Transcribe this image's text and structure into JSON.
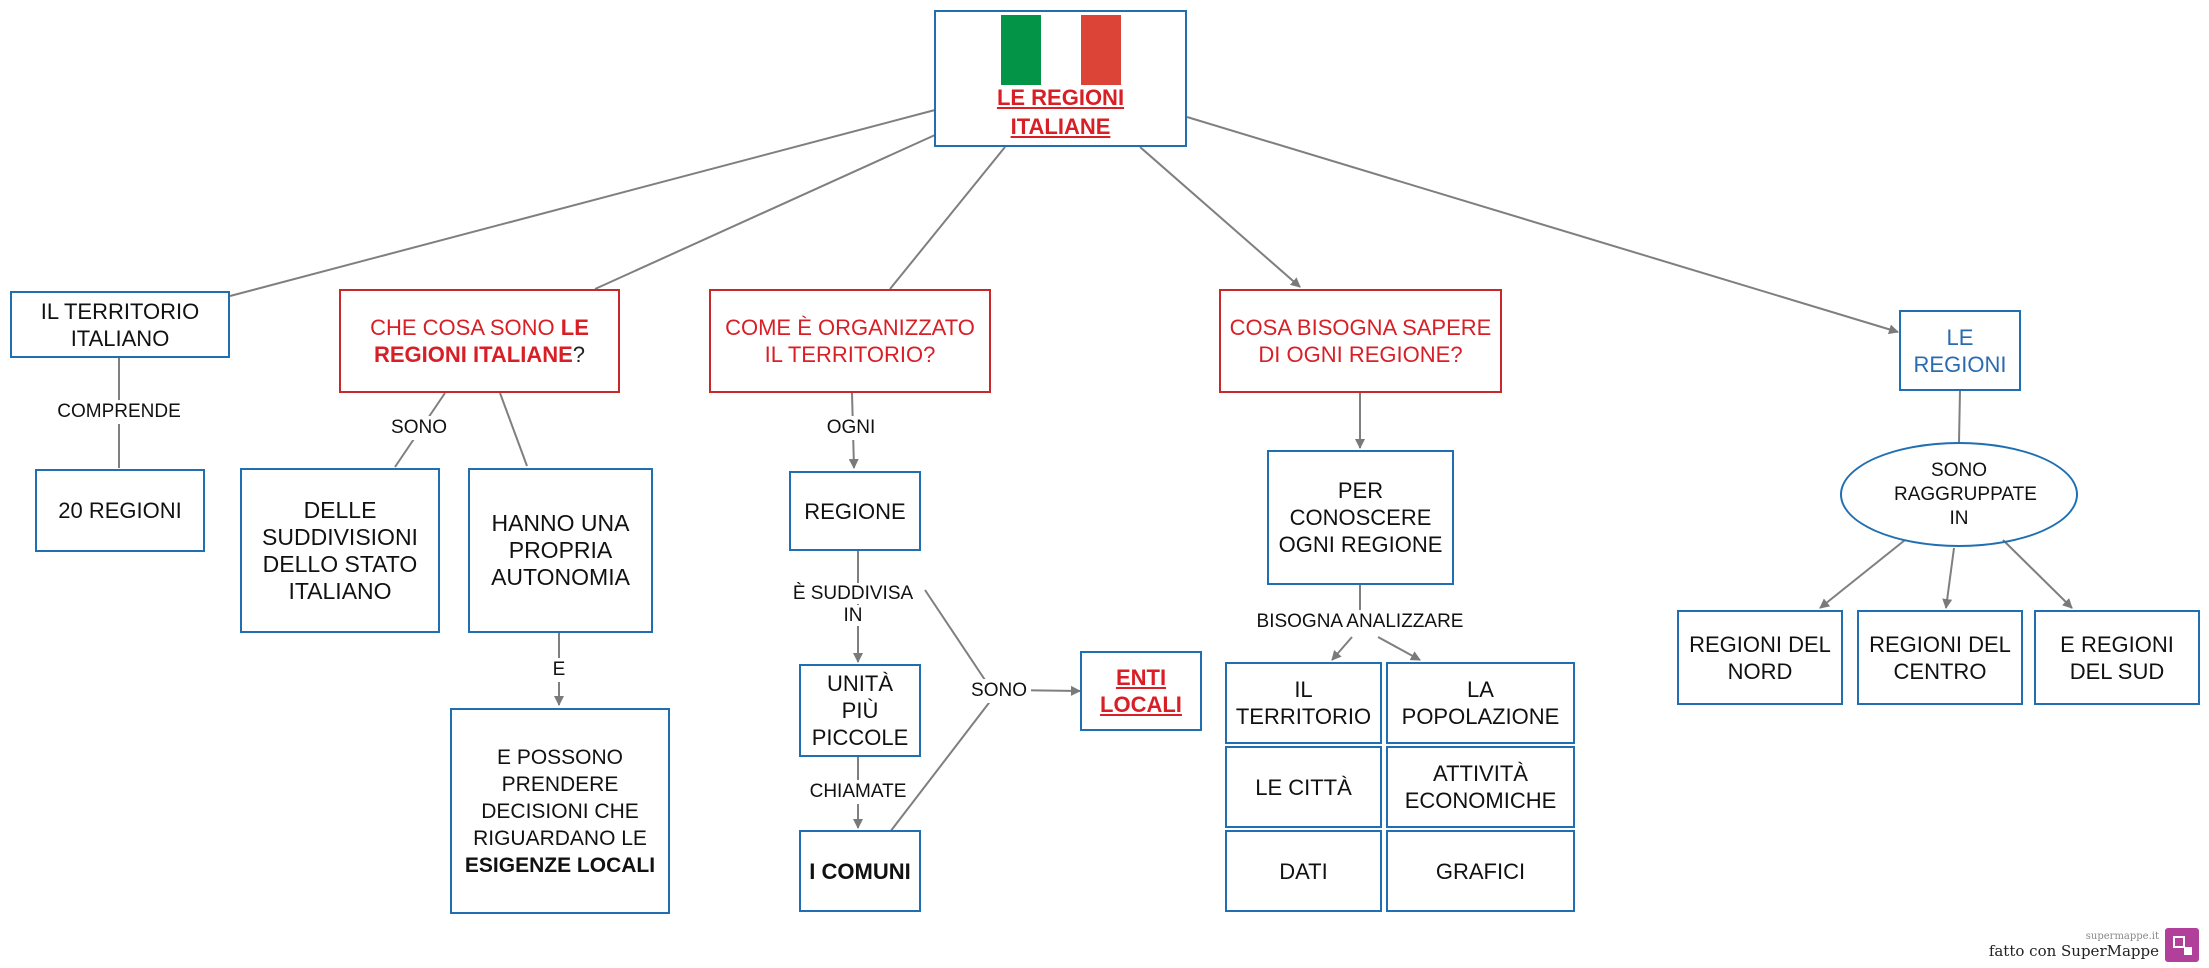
{
  "root": {
    "title": "LE REGIONI ITALIANE",
    "flag_colors": [
      "#049447",
      "#db4437"
    ]
  },
  "col1": {
    "main": "IL TERRITORIO ITALIANO",
    "link": "COMPRENDE",
    "child": "20 REGIONI"
  },
  "col2": {
    "main_pre": "CHE COSA SONO ",
    "main_bold": "LE REGIONI ITALIANE",
    "main_post": "?",
    "link_sono": "SONO",
    "child1": "DELLE SUDDIVISIONI DELLO STATO ITALIANO",
    "child2": "HANNO UNA PROPRIA AUTONOMIA",
    "link_e": "E",
    "child3_pre": "E POSSONO PRENDERE DECISIONI CHE RIGUARDANO LE ",
    "child3_bold": "ESIGENZE LOCALI"
  },
  "col3": {
    "main": "COME È ORGANIZZATO IL TERRITORIO?",
    "link_ogni": "OGNI",
    "regione": "REGIONE",
    "link_suddivisa": "È SUDDIVISA IN",
    "unita": "UNITÀ PIÙ PICCOLE",
    "link_chiamate": "CHIAMATE",
    "comuni": "I COMUNI",
    "link_sono": "SONO",
    "enti": "ENTI LOCALI"
  },
  "col4": {
    "main": "COSA BISOGNA SAPERE DI OGNI REGIONE?",
    "child": "PER CONOSCERE OGNI REGIONE",
    "link": "BISOGNA ANALIZZARE",
    "items": [
      "IL TERRITORIO",
      "LA POPOLAZIONE",
      "LE CITTÀ",
      "ATTIVITÀ ECONOMICHE",
      "DATI",
      "GRAFICI"
    ]
  },
  "col5": {
    "main": "LE REGIONI",
    "ellipse": "SONO RAGGRUPPATE IN",
    "groups": [
      "REGIONI DEL NORD",
      "REGIONI DEL CENTRO",
      "E REGIONI DEL SUD"
    ]
  },
  "footer": {
    "small": "supermappe.it",
    "big": "fatto con SuperMappe"
  }
}
